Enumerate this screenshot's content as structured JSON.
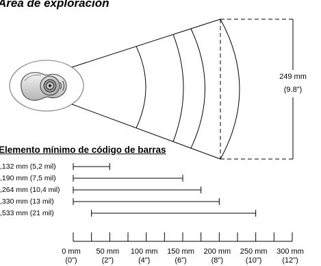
{
  "title": "Área de exploración",
  "scan_zone": {
    "width_label": "249 mm",
    "width_label_inches": "(9.8\")"
  },
  "barcode": {
    "heading": "Elemento mínimo de código de barras",
    "rows": [
      {
        "label": ",132 mm (5,2 mil)",
        "range_mm": [
          0,
          50
        ]
      },
      {
        "label": ",190 mm (7,5 mil)",
        "range_mm": [
          0,
          150
        ]
      },
      {
        "label": ",264 mm (10,4 mil)",
        "range_mm": [
          0,
          175
        ]
      },
      {
        "label": ",330 mm (13 mil)",
        "range_mm": [
          0,
          200
        ]
      },
      {
        "label": ",533 mm (21 mil)",
        "range_mm": [
          25,
          250
        ]
      }
    ]
  },
  "scale": {
    "labels": [
      {
        "value_mm": 0,
        "mm": "0 mm",
        "in": "(0\")"
      },
      {
        "value_mm": 50,
        "mm": "50 mm",
        "in": "(2\")"
      },
      {
        "value_mm": 100,
        "mm": "100 mm",
        "in": "(4\")"
      },
      {
        "value_mm": 150,
        "mm": "150 mm",
        "in": "(6\")"
      },
      {
        "value_mm": 200,
        "mm": "200 mm",
        "in": "(8\")"
      },
      {
        "value_mm": 250,
        "mm": "250 mm",
        "in": "(10\")"
      },
      {
        "value_mm": 300,
        "mm": "300 mm",
        "in": "(12\")"
      }
    ]
  },
  "colors": {
    "ink": "#000000",
    "device_outline": "#8c8c8c"
  }
}
